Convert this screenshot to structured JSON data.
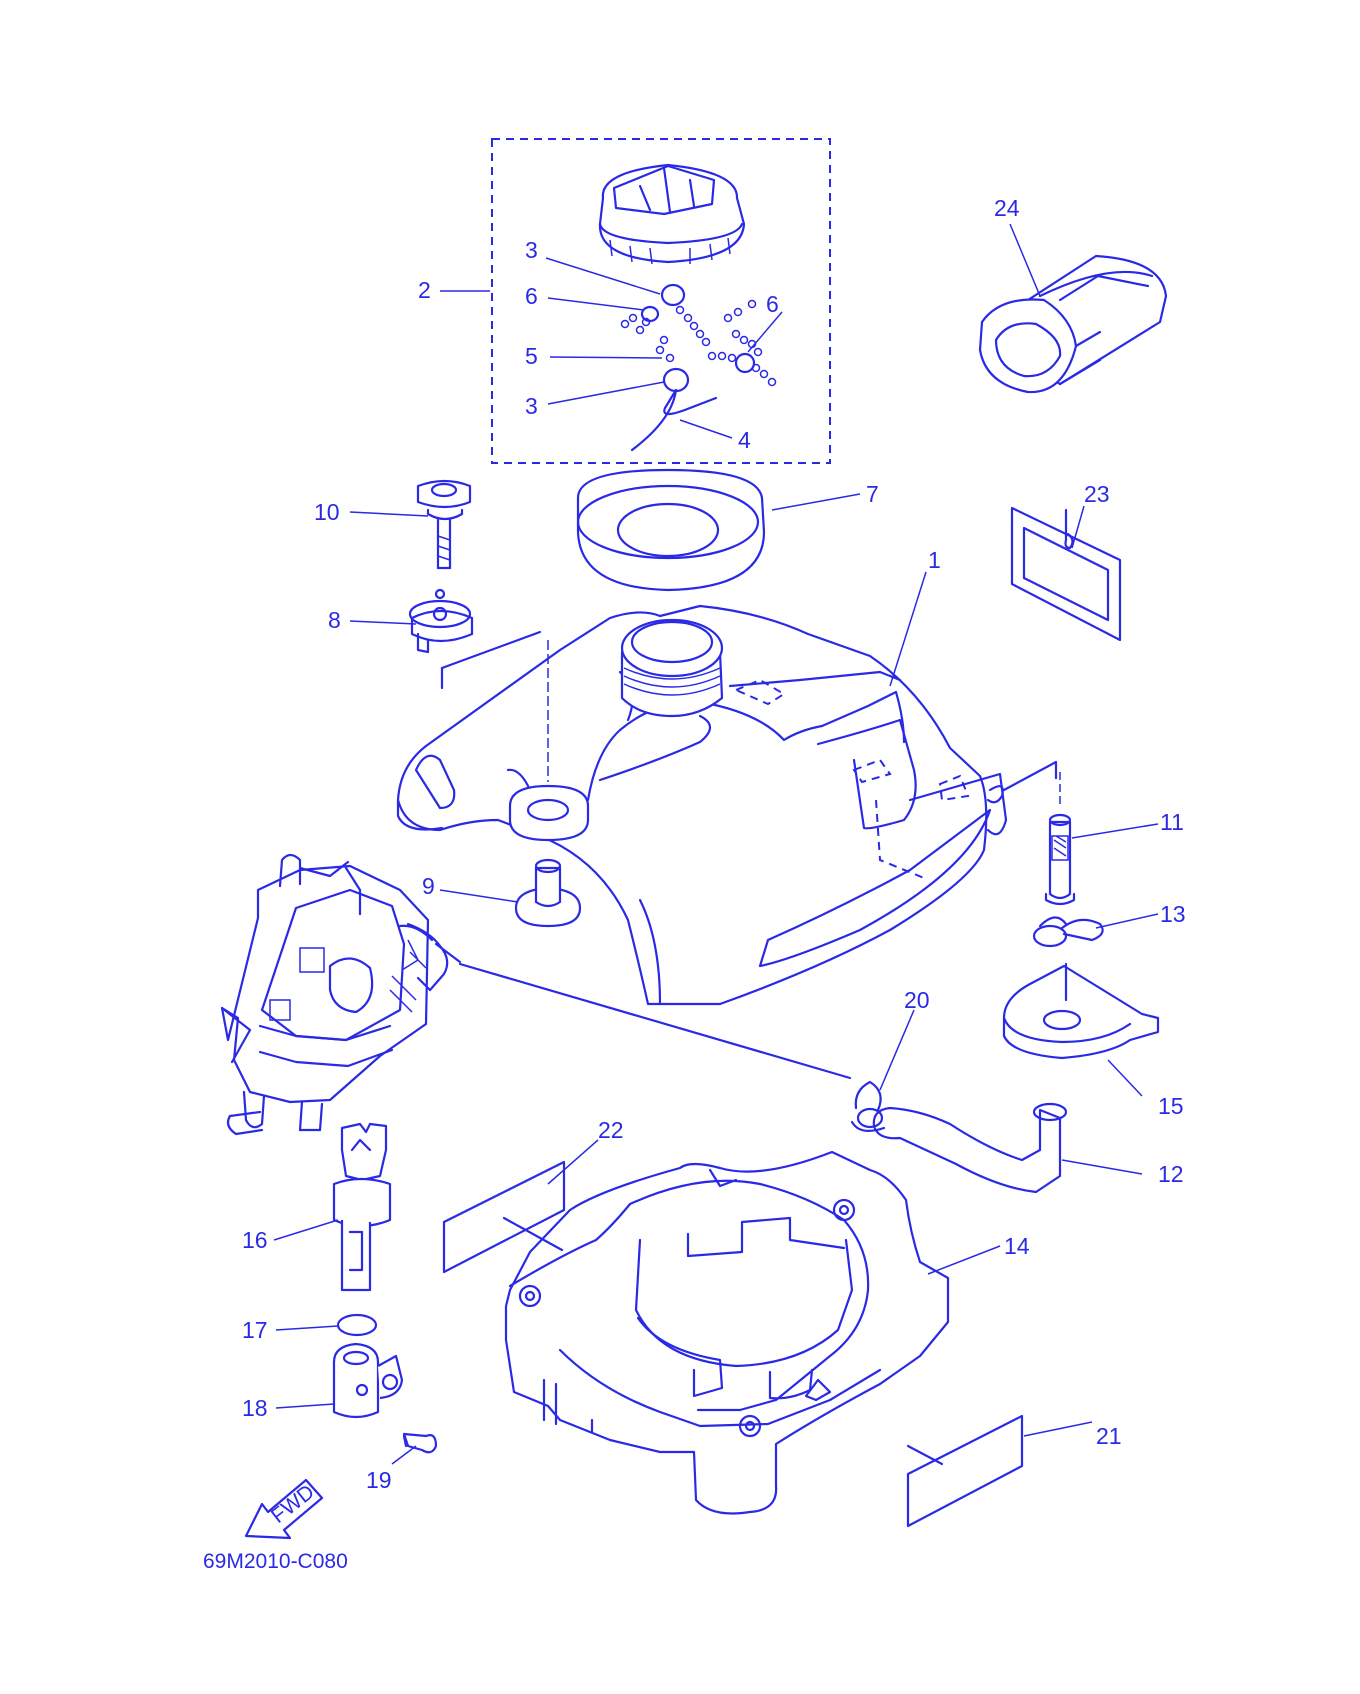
{
  "diagram": {
    "part_code": "69M2010-C080",
    "fwd_label": "FWD",
    "callouts": [
      "1",
      "2",
      "3",
      "4",
      "5",
      "6",
      "7",
      "8",
      "9",
      "10",
      "11",
      "12",
      "13",
      "14",
      "15",
      "16",
      "17",
      "18",
      "19",
      "20",
      "21",
      "22",
      "23",
      "24"
    ],
    "callout_3b": "3",
    "callout_6b": "6",
    "ink_color": "#2a2ae6"
  }
}
